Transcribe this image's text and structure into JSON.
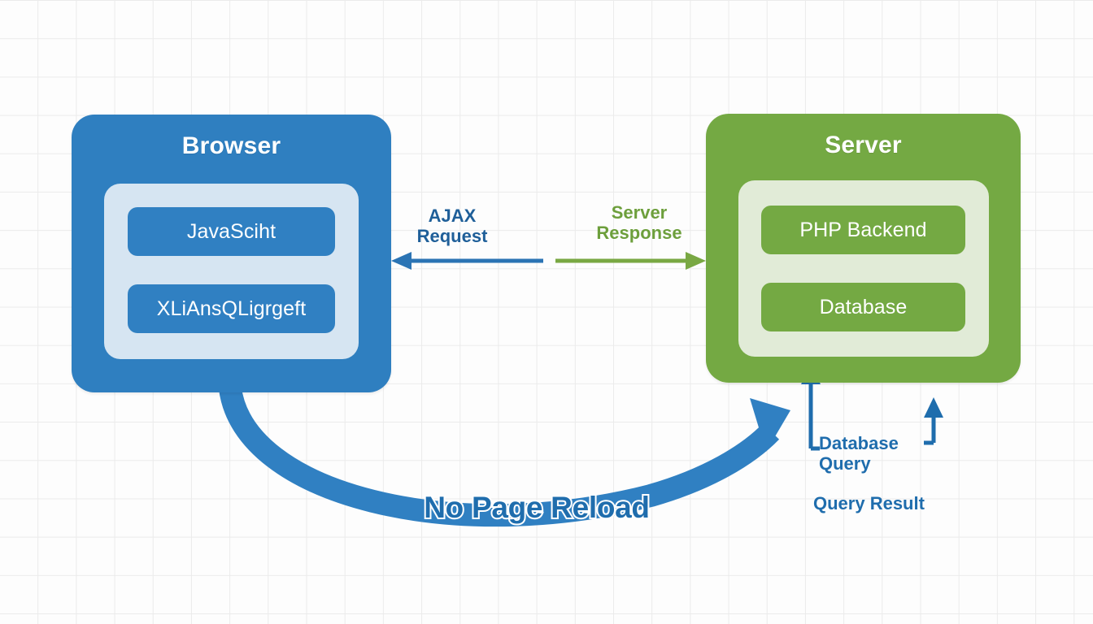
{
  "diagram": {
    "title_blue": "Browser",
    "title_green": "Server",
    "bg_color": "#fdfdfd",
    "grid_color": "#ebebeb",
    "blue": "#2f7fc0",
    "blue_dark": "#1f6dad",
    "blue_panel": "#d6e5f2",
    "green": "#74a943",
    "green_dark": "#6d9f3c",
    "green_panel": "#e1ebd7"
  },
  "browser": {
    "title": "Browser",
    "items": [
      {
        "label": "JavaSciht"
      },
      {
        "label": "XLiAnsQLigrgeft"
      }
    ]
  },
  "server": {
    "title": "Server",
    "items": [
      {
        "label": "PHP Backend"
      },
      {
        "label": "Database"
      }
    ]
  },
  "edges": {
    "ajax_request": "AJAX\nRequest",
    "server_response": "Server\nResponse",
    "database_query": "Database\nQuery",
    "query_result": "Query Result",
    "no_page_reload": "No Page Reload"
  },
  "icons": {
    "arrow_left_blue": "arrow-left-icon",
    "arrow_right_green": "arrow-right-icon",
    "dashed_connector": "dashed-line-icon",
    "arrow_up_db_query": "arrow-up-icon",
    "arrow_up_query_result": "arrow-up-icon",
    "curved_arrow": "curved-arrow-icon"
  }
}
